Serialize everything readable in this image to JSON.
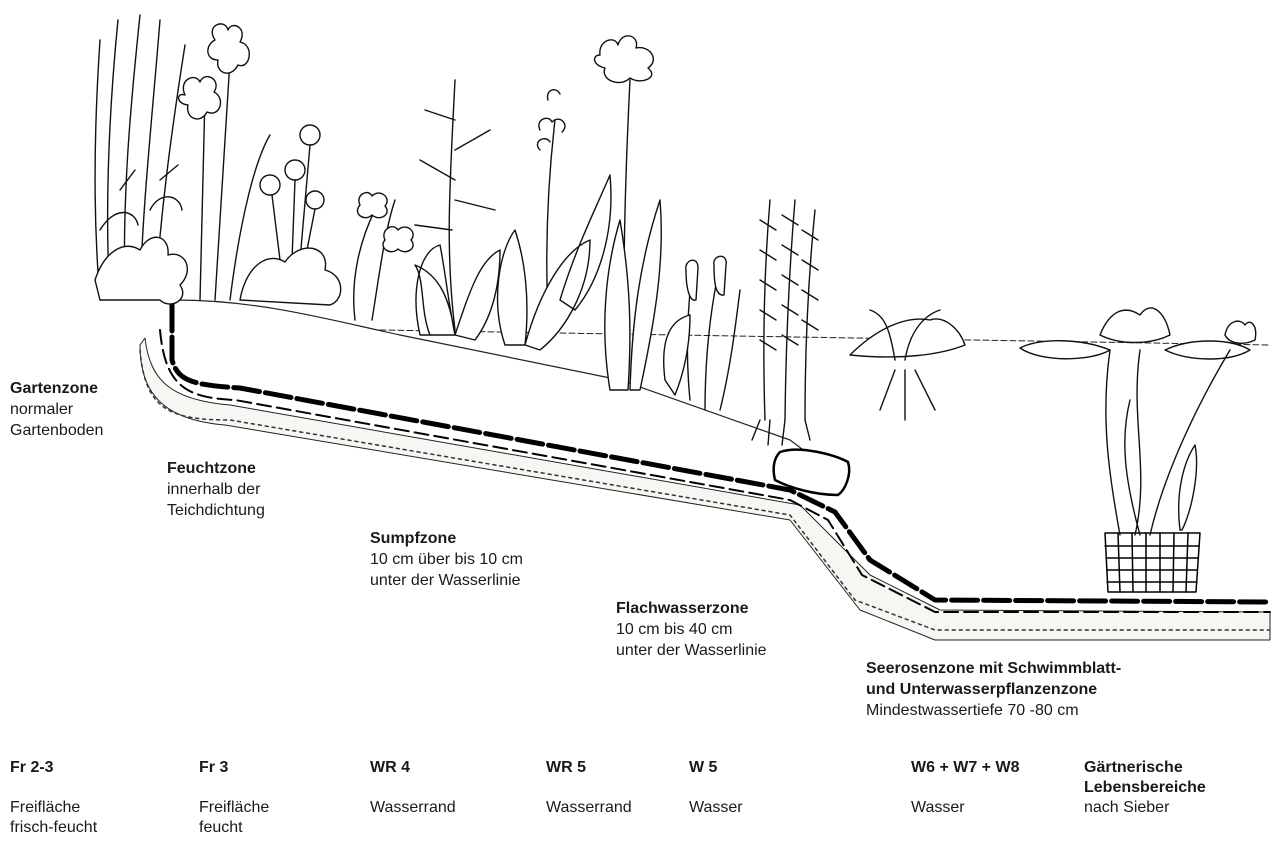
{
  "zones": [
    {
      "id": "garten",
      "title": "Gartenzone",
      "lines": [
        "normaler",
        "Gartenboden"
      ]
    },
    {
      "id": "feucht",
      "title": "Feuchtzone",
      "lines": [
        "innerhalb der",
        "Teichdichtung"
      ]
    },
    {
      "id": "sumpf",
      "title": "Sumpfzone",
      "lines": [
        "10 cm über bis 10 cm",
        "unter der Wasserlinie"
      ]
    },
    {
      "id": "flach",
      "title": "Flachwasserzone",
      "lines": [
        "10 cm bis 40 cm",
        "unter der Wasserlinie"
      ]
    },
    {
      "id": "seerosen",
      "title_lines": [
        "Seerosenzone mit Schwimmblatt-",
        "und Unterwasserpflanzenzone"
      ],
      "lines": [
        "Mindestwassertiefe 70 -80 cm"
      ]
    }
  ],
  "lebensbereiche": [
    {
      "code": "Fr 2-3",
      "desc_lines": [
        "Freifläche",
        "frisch-feucht"
      ]
    },
    {
      "code": "Fr 3",
      "desc_lines": [
        "Freifläche",
        "feucht"
      ]
    },
    {
      "code": "WR 4",
      "desc_lines": [
        "Wasserrand"
      ]
    },
    {
      "code": "WR 5",
      "desc_lines": [
        "Wasserrand"
      ]
    },
    {
      "code": "W 5",
      "desc_lines": [
        "Wasser"
      ]
    },
    {
      "code": "W6 + W7 + W8",
      "desc_lines": [
        "Wasser"
      ]
    }
  ],
  "legend_title_lines": [
    "Gärtnerische",
    "Lebensbereiche"
  ],
  "legend_source": "nach Sieber"
}
